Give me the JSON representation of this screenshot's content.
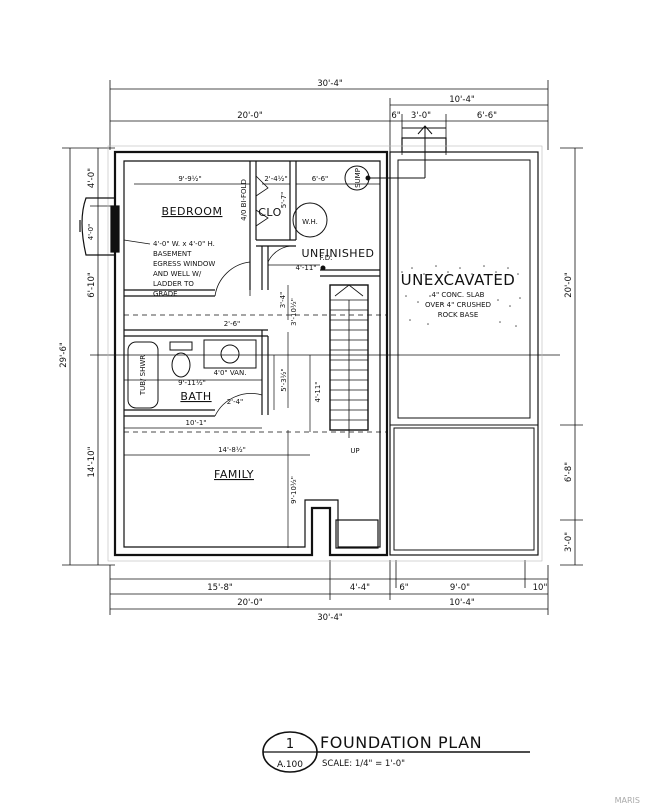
{
  "plan": {
    "dimensions": {
      "top_overall": "30'-4\"",
      "top_left": "20'-0\"",
      "top_right": "10'-4\"",
      "top_sub_a": "6\"",
      "top_sub_b": "3'-0\"",
      "top_sub_c": "6'-6\"",
      "bottom_a": "15'-8\"",
      "bottom_b": "4'-4\"",
      "bottom_c": "6\"",
      "bottom_d": "9'-0\"",
      "bottom_e": "10\"",
      "bottom_mid_left": "20'-0\"",
      "bottom_mid_right": "10'-4\"",
      "bottom_overall": "30'-4\"",
      "left_overall": "29'-6\"",
      "left_top": "4'-0\"",
      "left_mid": "6'-10\"",
      "left_bottom": "14'-10\"",
      "right_overall": "20'-0\"",
      "right_lower": "6'-8\"",
      "right_bottom": "3'-0\"",
      "window_dim": "4'-0\"",
      "bed_width": "9'-9½\"",
      "clo_width": "2'-4½\"",
      "clo_depth": "5'-7\"",
      "unf_width": "6'-6\"",
      "unf_stair": "4'-11\"",
      "hall_a": "3'-4\"",
      "hall_b": "3'-10½\"",
      "door_a": "2'-6\"",
      "bath_w": "9'-11½\"",
      "bath_door": "2'-4\"",
      "van_v": "5'-3½\"",
      "stair_w": "4'-11\"",
      "fam_a": "10'-1\"",
      "fam_b": "14'-8½\"",
      "fam_v": "9'-10½\""
    },
    "rooms": {
      "bedroom": "BEDROOM",
      "clo": "CLO",
      "bifold": "4/0 BI-FOLD",
      "unfinished": "UNFINISHED",
      "bath": "BATH",
      "tub": "TUB/ SHWR",
      "vanity": "4'0\" VAN.",
      "family": "FAMILY",
      "wh": "W.H.",
      "fd": "F.D.",
      "sump": "SUMP",
      "up": "UP"
    },
    "egress_note": [
      "4'-0\" W. x 4'-0\" H.",
      "BASEMENT",
      "EGRESS WINDOW",
      "AND WELL W/",
      "LADDER TO",
      "GRADE"
    ],
    "unexcavated": {
      "title": "UNEXCAVATED",
      "notes": [
        "4\" CONC. SLAB",
        "OVER 4\" CRUSHED",
        "ROCK BASE"
      ]
    },
    "title_block": {
      "number": "1",
      "sheet": "A.100",
      "title": "FOUNDATION PLAN",
      "scale": "SCALE: 1/4\" = 1'-0\""
    },
    "watermark": "MARIS"
  }
}
